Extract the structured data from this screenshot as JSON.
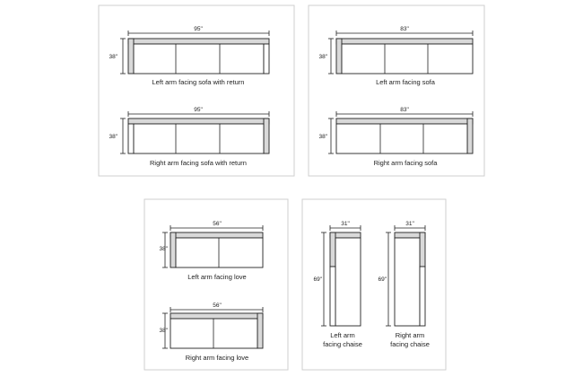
{
  "panels": {
    "sofas_with_return": {
      "left": {
        "width": "95\"",
        "height": "38\"",
        "caption": "Left arm facing sofa with return"
      },
      "right": {
        "width": "95\"",
        "height": "38\"",
        "caption": "Right arm facing sofa with return"
      }
    },
    "sofas": {
      "left": {
        "width": "83\"",
        "height": "38\"",
        "caption": "Left arm facing sofa"
      },
      "right": {
        "width": "83\"",
        "height": "38\"",
        "caption": "Right arm facing sofa"
      }
    },
    "loves": {
      "left": {
        "width": "56\"",
        "height": "38\"",
        "caption": "Left arm facing love"
      },
      "right": {
        "width": "56\"",
        "height": "38\"",
        "caption": "Right arm facing love"
      }
    },
    "chaises": {
      "left": {
        "width": "31\"",
        "height": "69\"",
        "caption_line1": "Left arm",
        "caption_line2": "facing chaise"
      },
      "right": {
        "width": "31\"",
        "height": "69\"",
        "caption_line1": "Right arm",
        "caption_line2": "facing chaise"
      }
    }
  }
}
